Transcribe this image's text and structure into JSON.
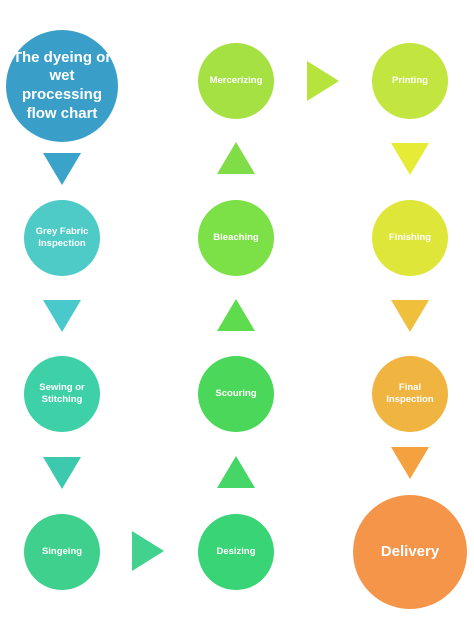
{
  "nodes": {
    "title": {
      "label": "The dyeing or wet processing flow chart",
      "color": "#3a9fc8"
    },
    "grey_fabric": {
      "label": "Grey Fabric Inspection",
      "color": "#4ecbc6"
    },
    "sewing": {
      "label": "Sewing or Stitching",
      "color": "#3ed0a7"
    },
    "singeing": {
      "label": "Singeing",
      "color": "#3ed08c"
    },
    "desizing": {
      "label": "Desizing",
      "color": "#38d475"
    },
    "scouring": {
      "label": "Scouring",
      "color": "#4bd85a"
    },
    "bleaching": {
      "label": "Bleaching",
      "color": "#7ce047"
    },
    "mercerizing": {
      "label": "Mercerizing",
      "color": "#a6e143"
    },
    "printing": {
      "label": "Printing",
      "color": "#c2e53f"
    },
    "finishing": {
      "label": "Finishing",
      "color": "#dfe63a"
    },
    "final_inspection": {
      "label": "Final Inspection",
      "color": "#f0b441"
    },
    "delivery": {
      "label": "Delivery",
      "color": "#f5954a"
    }
  },
  "arrows": {
    "a1": "#3aa3c9",
    "a2": "#49c9cb",
    "a3": "#3cc9ad",
    "a4": "#40d28e",
    "a5": "#46d668",
    "a6": "#5fdb4e",
    "a7": "#80dd48",
    "a8": "#b6e43c",
    "a9": "#e6eb35",
    "a10": "#f0c03d",
    "a11": "#f3a23f"
  }
}
